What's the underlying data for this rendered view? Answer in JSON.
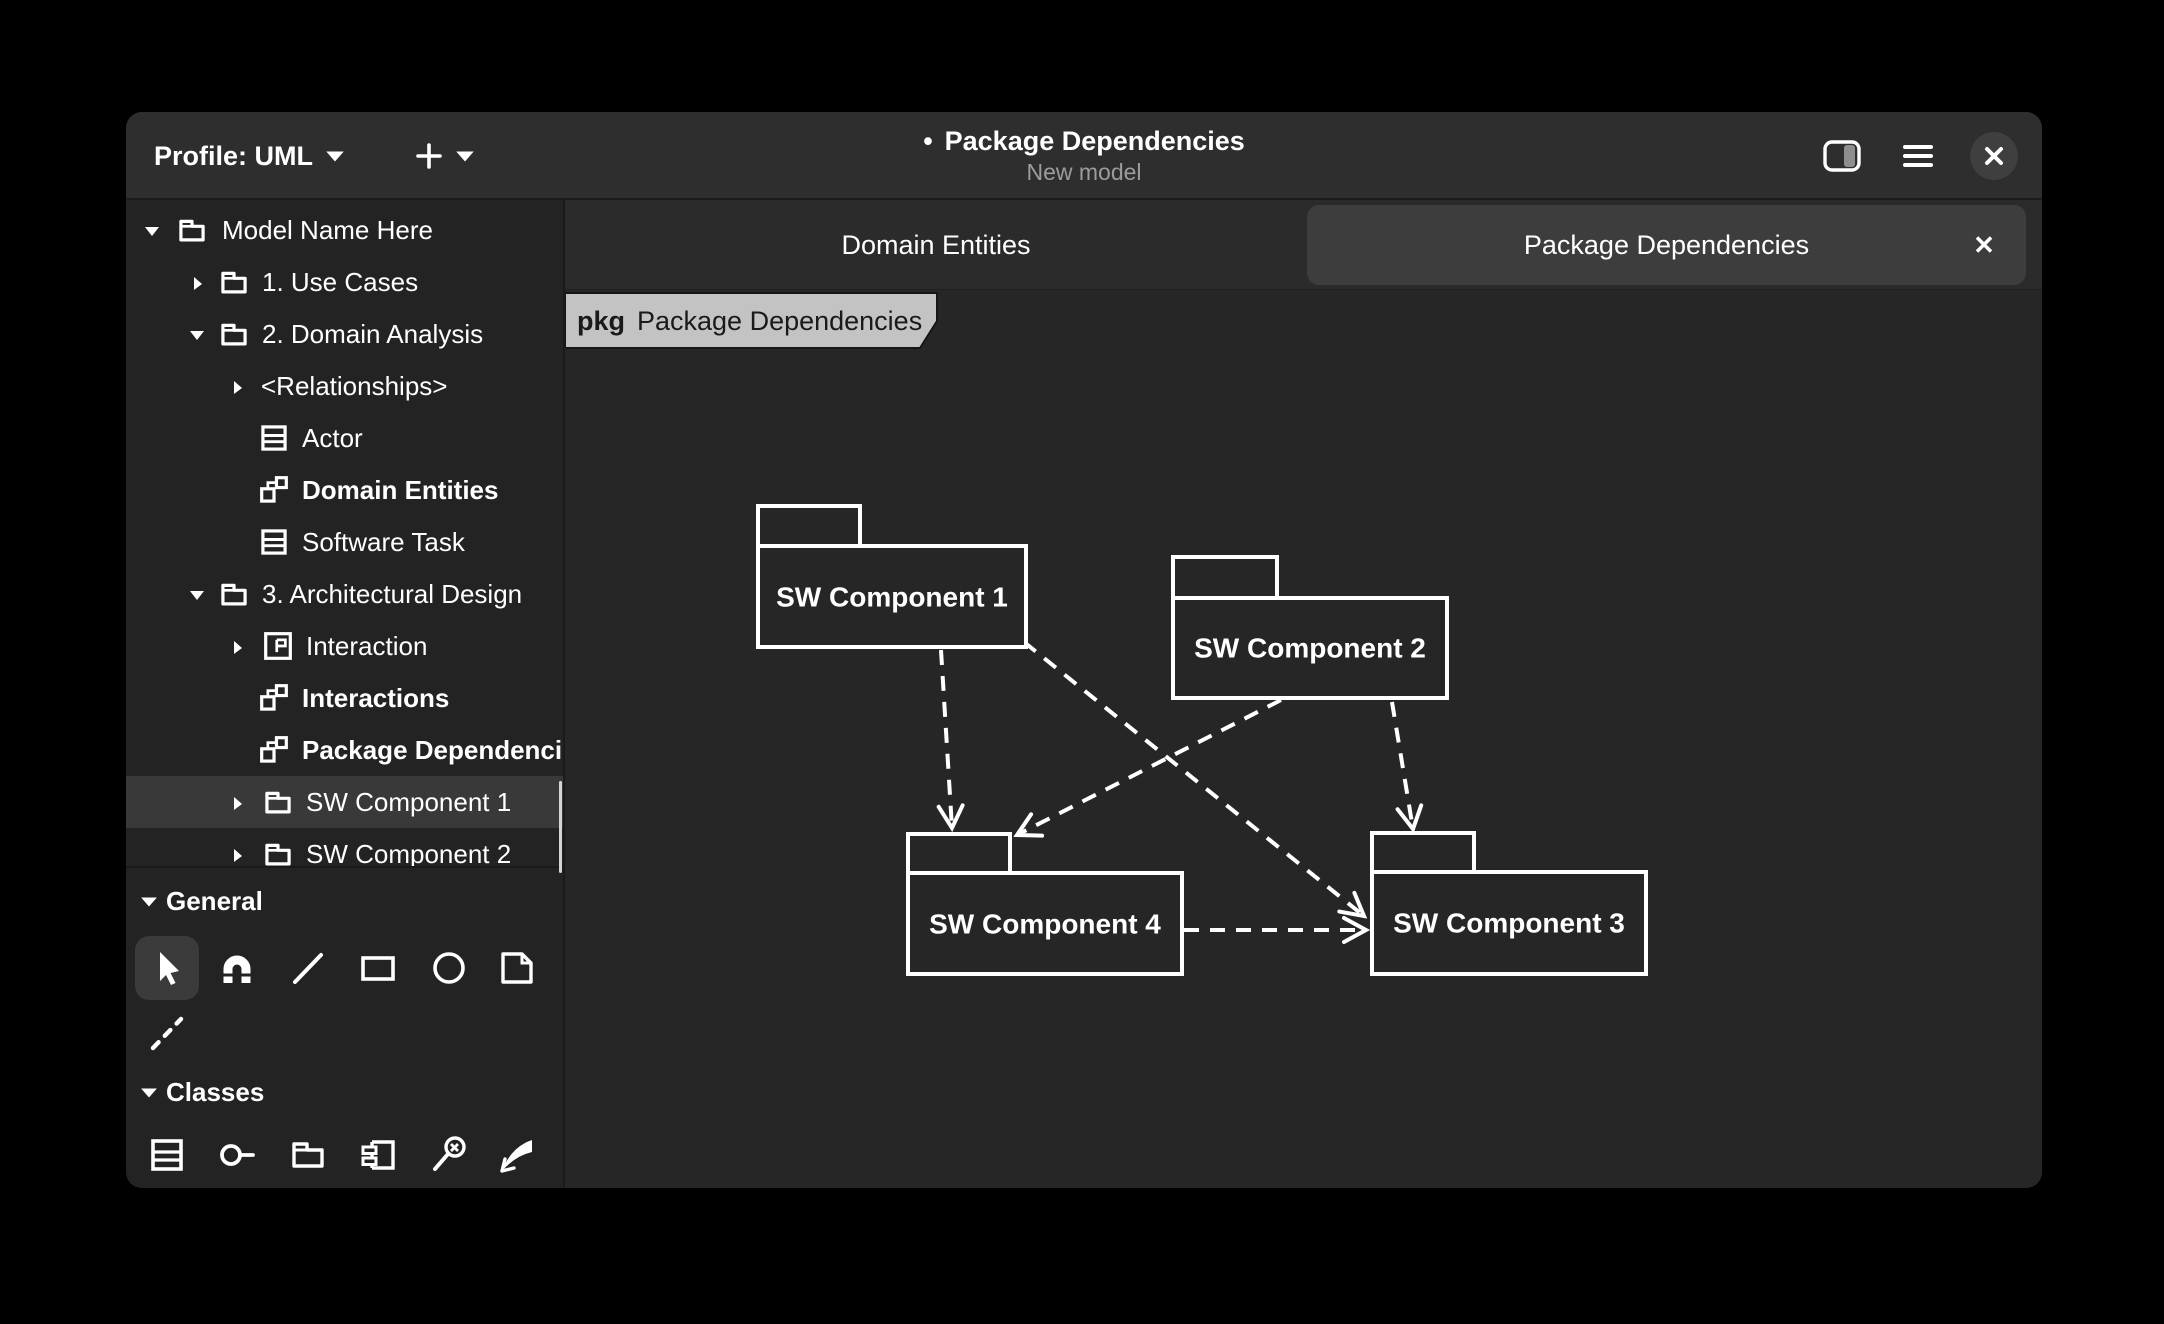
{
  "window": {
    "header": {
      "profile_label": "Profile: UML",
      "new_model_label": "+",
      "unsaved_bullet": "•",
      "title": "Package Dependencies",
      "subtitle": "New model",
      "right_icons": [
        "split-view-icon",
        "hamburger-menu-icon",
        "close-icon"
      ]
    },
    "sidebar": {
      "tree": [
        {
          "label": "Model Name Here",
          "icon": "folder-icon",
          "expander": "expanded",
          "indent": 0
        },
        {
          "label": "1. Use Cases",
          "icon": "folder-icon",
          "expander": "collapsed",
          "indent": 1
        },
        {
          "label": "2. Domain Analysis",
          "icon": "folder-icon",
          "expander": "expanded",
          "indent": 1
        },
        {
          "label": "<Relationships>",
          "icon": null,
          "expander": "collapsed",
          "indent": 2
        },
        {
          "label": "Actor",
          "icon": "class-icon",
          "expander": null,
          "indent": 2
        },
        {
          "label": "Domain Entities",
          "icon": "diagram-icon",
          "expander": null,
          "indent": 2,
          "bold": true
        },
        {
          "label": "Software Task",
          "icon": "class-icon",
          "expander": null,
          "indent": 2
        },
        {
          "label": "3. Architectural Design",
          "icon": "folder-icon",
          "expander": "expanded",
          "indent": 1
        },
        {
          "label": "Interaction",
          "icon": "interaction-icon",
          "expander": "collapsed",
          "indent": 2
        },
        {
          "label": "Interactions",
          "icon": "diagram-icon",
          "expander": null,
          "indent": 2,
          "bold": true
        },
        {
          "label": "Package Dependencies",
          "icon": "diagram-icon",
          "expander": null,
          "indent": 2,
          "bold": true
        },
        {
          "label": "SW Component 1",
          "icon": "folder-icon",
          "expander": "collapsed",
          "indent": 2,
          "selected": true
        },
        {
          "label": "SW Component 2",
          "icon": "folder-icon",
          "expander": "collapsed",
          "indent": 2
        }
      ],
      "toolbox": {
        "general": {
          "title": "General",
          "tools": [
            "pointer-tool-icon",
            "magnet-tool-icon",
            "line-tool-icon",
            "box-tool-icon",
            "ellipse-tool-icon",
            "comment-tool-icon",
            "comment-line-tool-icon"
          ],
          "selected_tool": "pointer-tool-icon"
        },
        "classes": {
          "title": "Classes",
          "tools": [
            "class-tool-icon",
            "interface-tool-icon",
            "package-tool-icon",
            "component-tool-icon",
            "association-tool-icon",
            "dependency-tool-icon"
          ]
        }
      }
    },
    "tabs": [
      {
        "label": "Domain Entities",
        "active": false
      },
      {
        "label": "Package Dependencies",
        "active": true,
        "closable": true,
        "close_glyph": "✕"
      }
    ],
    "canvas": {
      "frame_keyword": "pkg",
      "frame_title": "Package Dependencies",
      "components": [
        {
          "name": "SW Component 1"
        },
        {
          "name": "SW Component 2"
        },
        {
          "name": "SW Component 3"
        },
        {
          "name": "SW Component 4"
        }
      ],
      "dependencies": [
        {
          "from": "SW Component 1",
          "to": "SW Component 4"
        },
        {
          "from": "SW Component 1",
          "to": "SW Component 3"
        },
        {
          "from": "SW Component 2",
          "to": "SW Component 4"
        },
        {
          "from": "SW Component 2",
          "to": "SW Component 3"
        },
        {
          "from": "SW Component 4",
          "to": "SW Component 3"
        }
      ]
    },
    "colors": {
      "header_bg": "#2e2e2e",
      "sidebar_bg": "#232323",
      "selected_row_bg": "#393939",
      "tabbar_bg": "#2b2b2b",
      "active_tab_bg": "#3d3d3d",
      "canvas_bg": "#262626",
      "frame_label_bg": "#c3c3c3",
      "diagram_stroke": "#ffffff"
    }
  }
}
